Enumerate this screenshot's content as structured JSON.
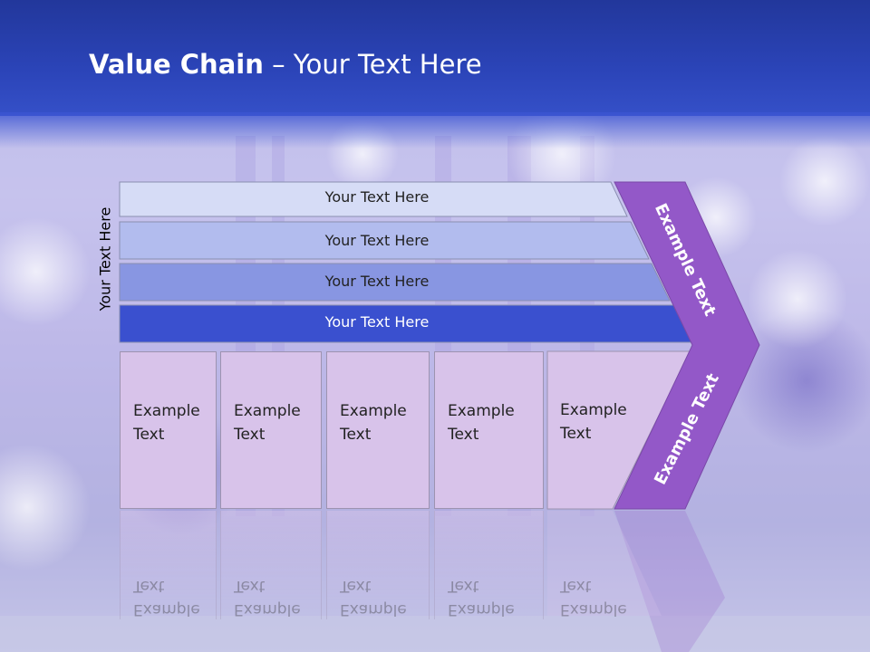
{
  "slide": {
    "title_bold": "Value Chain",
    "title_rest": " – Your Text Here",
    "vertical_label": "Your Text Here"
  },
  "bands": [
    {
      "label": "Your Text Here",
      "color": "#d6dcf6"
    },
    {
      "label": "Your Text Here",
      "color": "#b2bcee"
    },
    {
      "label": "Your Text Here",
      "color": "#8896e2"
    },
    {
      "label": "Your Text Here",
      "color": "#3a50cf"
    }
  ],
  "boxes": [
    {
      "label": "Example\nText"
    },
    {
      "label": "Example\nText"
    },
    {
      "label": "Example\nText"
    },
    {
      "label": "Example\nText"
    },
    {
      "label": "Example\nText"
    }
  ],
  "chevron": {
    "upper_label": "Example Text",
    "lower_label": "Example Text",
    "color": "#9358c8"
  }
}
